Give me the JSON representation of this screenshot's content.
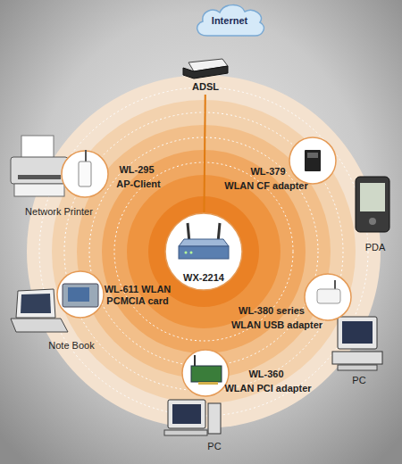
{
  "diagram": {
    "nodes": [
      {
        "text": [
          "Internet"
        ]
      },
      {
        "text": [
          "ADSL"
        ]
      },
      {
        "text": [
          "WX-2214"
        ]
      },
      {
        "text": [
          "WL-295",
          "AP-Client"
        ]
      },
      {
        "text": [
          "WL-379",
          "WLAN CF adapter"
        ]
      },
      {
        "text": [
          "WL-611 WLAN PCMCIA card"
        ]
      },
      {
        "text": [
          "WL-380 series",
          "WLAN USB adapter"
        ]
      },
      {
        "text": [
          "WL-360",
          "WLAN PCI adapter"
        ]
      }
    ],
    "edges": [
      {
        "from": 1,
        "to": 2,
        "arrow": "none"
      }
    ],
    "labels": [
      "Network Printer",
      "PDA",
      "Note Book",
      "PC",
      "PC"
    ]
  }
}
